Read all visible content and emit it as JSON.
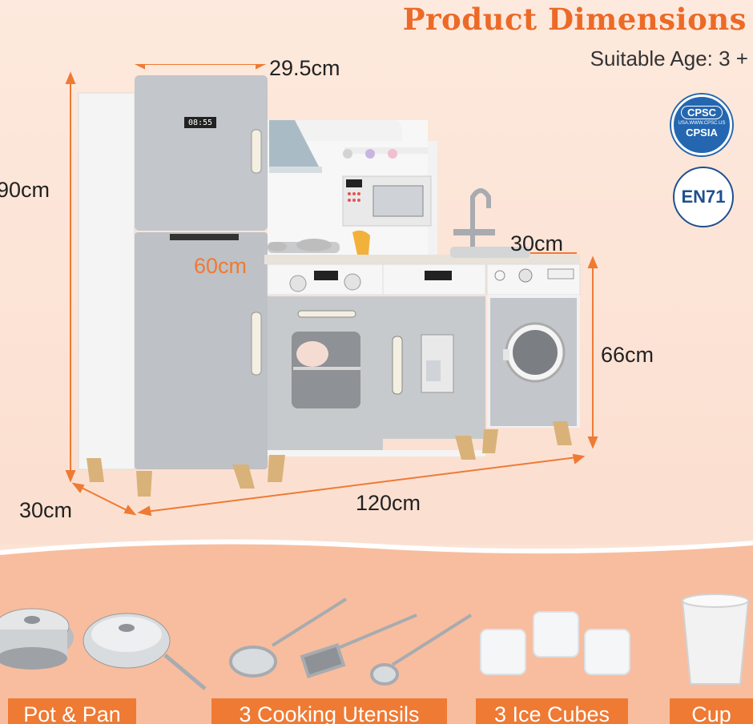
{
  "header": {
    "title": "Product Dimensions",
    "age": "Suitable Age: 3 +"
  },
  "dimensions": {
    "fridge_width": "29.5cm",
    "height": "90cm",
    "counter_depth": "60cm",
    "sink_width": "30cm",
    "cabinet_height": "66cm",
    "depth": "30cm",
    "total_width": "120cm"
  },
  "badges": {
    "cpsc_top": "CPSC",
    "cpsc_url": "USA.WWW.CPSC.US",
    "cpsc_bottom": "CPSIA",
    "en71": "EN71"
  },
  "displays": {
    "fridge_clock": "08:55"
  },
  "accessories": [
    {
      "label": "Pot & Pan"
    },
    {
      "label": "3 Cooking Utensils"
    },
    {
      "label": "3 Ice Cubes"
    },
    {
      "label": "Cup"
    }
  ],
  "colors": {
    "accent": "#ec6a28",
    "label_bg": "#ef7a34",
    "panel": "#f8bd9e",
    "appliance_grey": "#bcbfc3"
  }
}
